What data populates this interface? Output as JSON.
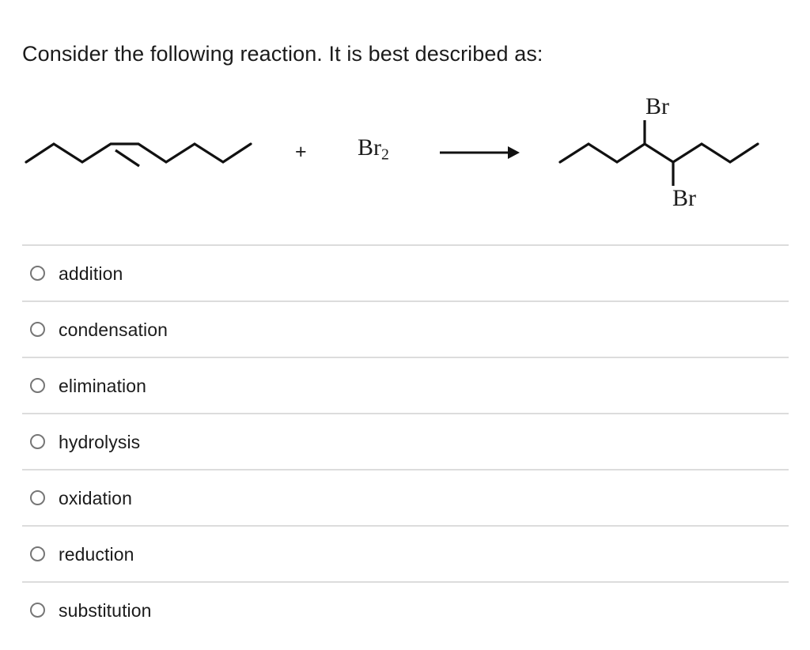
{
  "question": {
    "prompt": "Consider the following reaction. It is best described as:"
  },
  "reaction": {
    "reactant_name": "oct-4-ene-skeletal-structure",
    "plus_sign": "+",
    "reagent": "Br",
    "reagent_subscript": "2",
    "arrow": "reaction-arrow-right",
    "product_name": "4,5-dibromooctane-skeletal-structure",
    "product_substituent_top": "Br",
    "product_substituent_bottom": "Br"
  },
  "options": [
    {
      "label": "addition",
      "selected": false
    },
    {
      "label": "condensation",
      "selected": false
    },
    {
      "label": "elimination",
      "selected": false
    },
    {
      "label": "hydrolysis",
      "selected": false
    },
    {
      "label": "oxidation",
      "selected": false
    },
    {
      "label": "reduction",
      "selected": false
    },
    {
      "label": "substitution",
      "selected": false
    }
  ],
  "colors": {
    "background": "#ffffff",
    "text": "#1b1b1b",
    "divider": "#dcdcdc",
    "radio_border": "#767676",
    "structure_stroke": "#111111"
  }
}
